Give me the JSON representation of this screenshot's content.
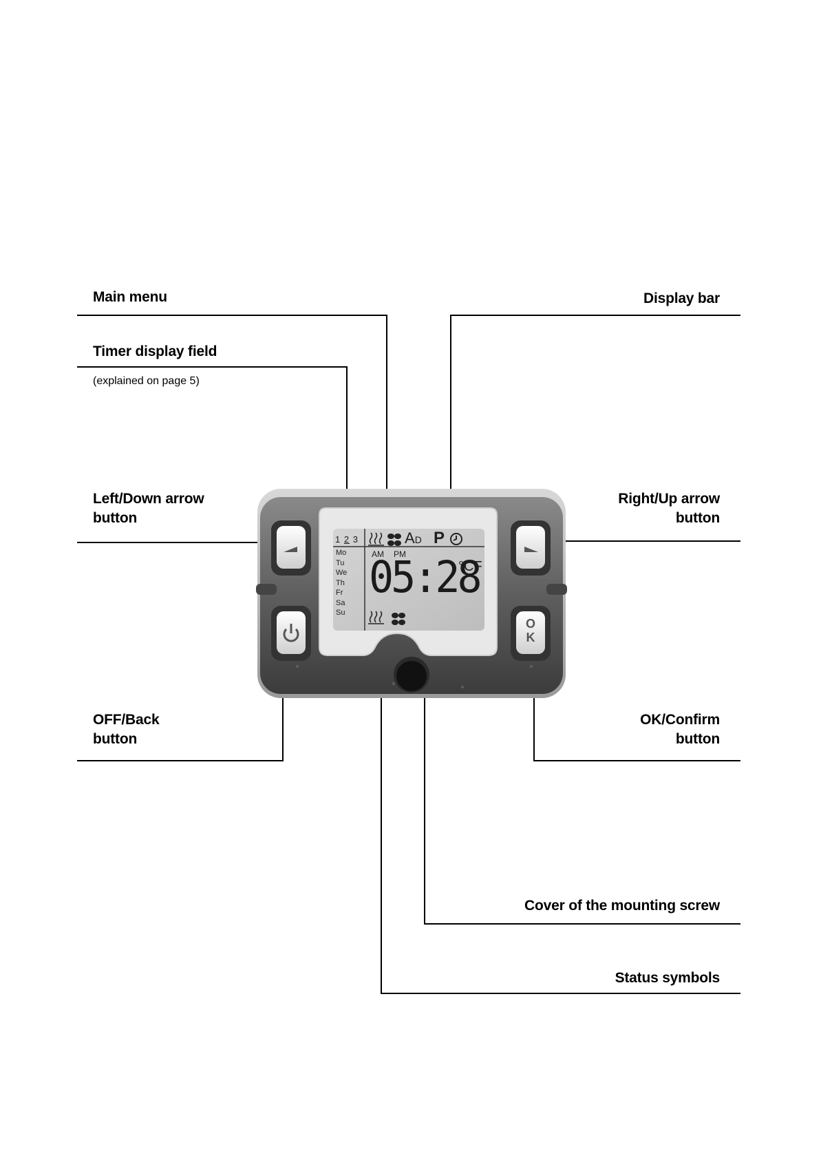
{
  "labels": {
    "main_menu": "Main menu",
    "timer_display_field": "Timer display field",
    "timer_note": "(explained on page 5)",
    "left_down_line1": "Left/Down arrow",
    "left_down_line2": "button",
    "off_back_line1": "OFF/Back",
    "off_back_line2": "button",
    "display_bar": "Display bar",
    "right_up_line1": "Right/Up arrow",
    "right_up_line2": "button",
    "ok_confirm_line1": "OK/Confirm",
    "ok_confirm_line2": "button",
    "cover_screw": "Cover of the mounting screw",
    "status_symbols": "Status symbols"
  },
  "lcd": {
    "timer_slots": [
      "1",
      "2",
      "3"
    ],
    "weekdays": [
      "Mo",
      "Tu",
      "We",
      "Th",
      "Fr",
      "Sa",
      "Su"
    ],
    "am": "AM",
    "pm": "PM",
    "time": "05:28",
    "units": "°CF",
    "mode_a": "A",
    "mode_d": "D",
    "program": "P"
  },
  "buttons": {
    "ok_letter_o": "O",
    "ok_letter_k": "K"
  },
  "icons": [
    "heater-icon",
    "fan-icon",
    "clock-icon",
    "power-icon",
    "arrow-left-icon",
    "arrow-right-icon"
  ],
  "colors": {
    "lcd_background": "#c9c9c9",
    "housing": "#5a5a5a",
    "text": "#000000"
  }
}
